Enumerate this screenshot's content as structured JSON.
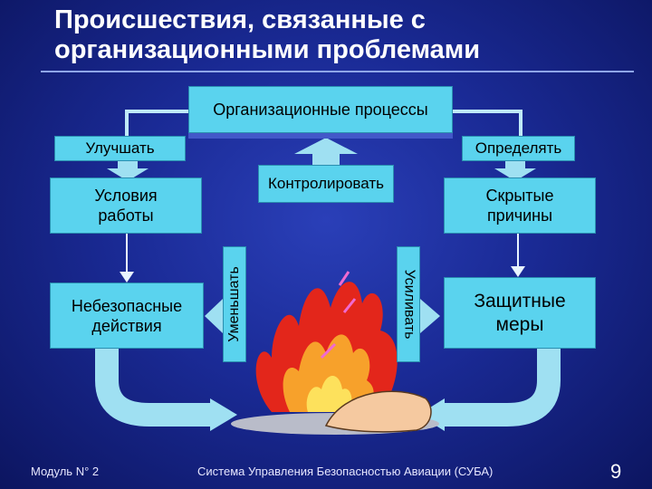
{
  "title": {
    "line1": "Происшествия, связанные с",
    "line2": "организационными проблемами"
  },
  "diagram": {
    "process_box": "Организационные процессы",
    "improve": "Улучшать",
    "define": "Определять",
    "control": "Контролировать",
    "work_conditions_line1": "Условия",
    "work_conditions_line2": "работы",
    "hidden_causes_line1": "Скрытые",
    "hidden_causes_line2": "причины",
    "unsafe_actions_line1": "Небезопасные",
    "unsafe_actions_line2": "действия",
    "protective_measures_line1": "Защитные",
    "protective_measures_line2": "меры",
    "reduce": "Уменьшать",
    "amplify": "Усиливать"
  },
  "footer": {
    "module": "Модуль N° 2",
    "system": "Система Управления Безопасностью Авиации (СУБА)",
    "page": "9"
  },
  "colors": {
    "box_fill": "#5ad3ee",
    "arrow_fill": "#9fe0f2",
    "background": "#1a2a95"
  }
}
